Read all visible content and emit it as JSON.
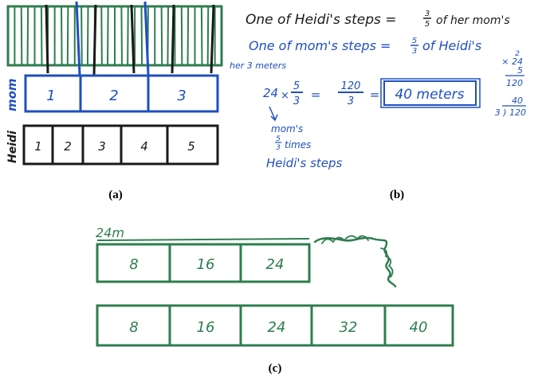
{
  "panel_a": {
    "label": "(a)",
    "mom_label": "mom",
    "mom_cells": [
      "1",
      "2",
      "3"
    ],
    "heidi_label": "Heidi",
    "heidi_cells": [
      "1",
      "2",
      "3",
      "4",
      "5"
    ],
    "green_stripe_count": 32,
    "colors": {
      "green": "#2e7d4f",
      "blue": "#1f4fbf",
      "black": "#1a1a1a"
    }
  },
  "panel_b": {
    "label": "(b)",
    "line1_pre": "One of Heidi's steps =",
    "line1_frac_num": "3",
    "line1_frac_den": "5",
    "line1_post": "of her mom's",
    "line2_pre": "One of mom's steps =",
    "line2_frac_num": "5",
    "line2_frac_den": "3",
    "line2_post": "of Heidi's",
    "note_meters": "her 3 meters",
    "eq_a": "24",
    "eq_times": "×",
    "eq_frac_num": "5",
    "eq_frac_den": "3",
    "eq_eq1": "=",
    "eq_res_num": "120",
    "eq_res_den": "3",
    "eq_eq2": "=",
    "eq_boxed": "40 meters",
    "below_1": "mom's",
    "below_frac_num": "5",
    "below_frac_den": "3",
    "below_2": "times",
    "below_3": "Heidi's steps",
    "side_mult": [
      "2",
      "× 24",
      "5",
      "120"
    ],
    "side_div_quot": "40",
    "side_div": "3 ) 120",
    "colors": {
      "black": "#1a1a1a",
      "blue": "#1f4fbf"
    }
  },
  "panel_c": {
    "label": "(c)",
    "top_label": "24m",
    "row1_cells": [
      "8",
      "16",
      "24"
    ],
    "row2_cells": [
      "8",
      "16",
      "24",
      "32",
      "40"
    ],
    "colors": {
      "green": "#2e7d4f"
    }
  }
}
